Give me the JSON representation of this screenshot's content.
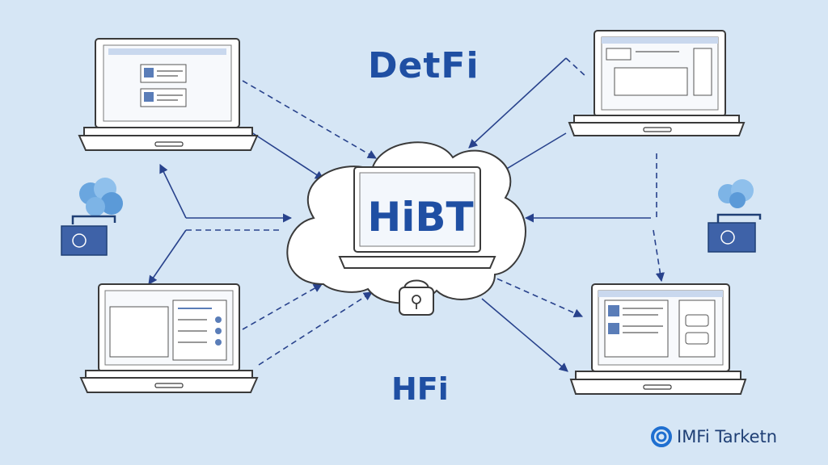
{
  "diagram": {
    "top_label": "DetFi",
    "bottom_label": "HFi",
    "center_label": "HiBT"
  },
  "brand": {
    "name": "IMFi Tarketn",
    "icon": "ring-logo-icon"
  },
  "colors": {
    "background": "#d6e6f5",
    "accent": "#1f4fa3",
    "line": "#28428c",
    "device_outline": "#3a3a3a",
    "screen_blue": "#4a78c4"
  }
}
